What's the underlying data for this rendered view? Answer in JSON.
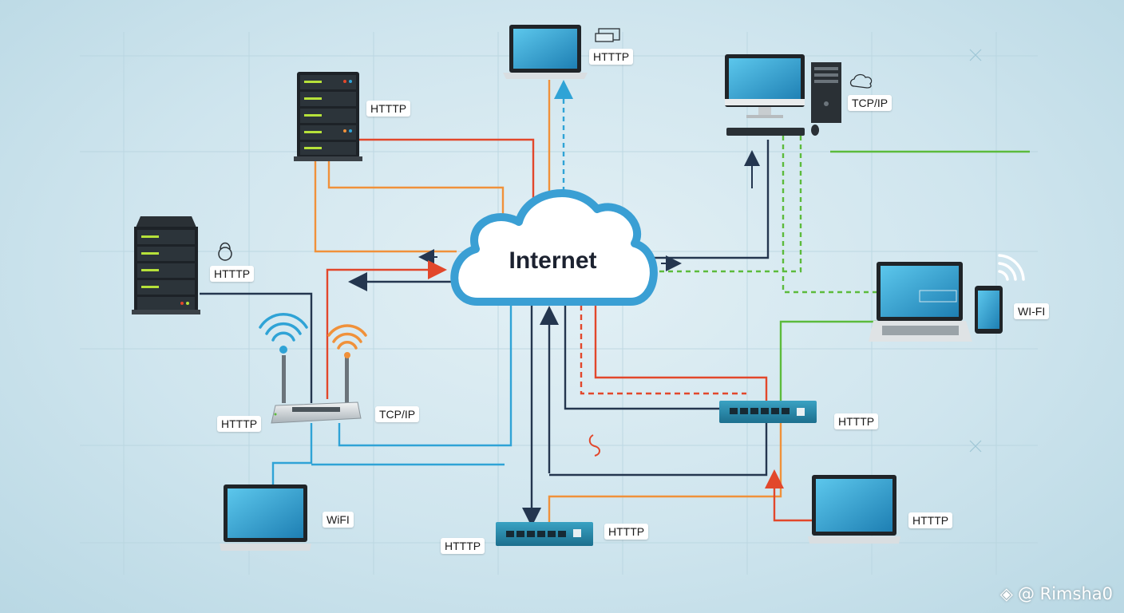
{
  "cloud": {
    "title": "Internet"
  },
  "labels": {
    "top_laptop": "HTTTP",
    "top_server": "HTTTP",
    "left_server": "HTTTP",
    "desktop": "TCP/IP",
    "router_left": "HTTTP",
    "router_right": "TCP/IP",
    "right_laptop": "WI-FI",
    "right_switch": "HTTTP",
    "bottom_left_laptop": "WiFI",
    "bottom_switch_right": "HTTTP",
    "bottom_switch_left": "HTTTP",
    "bottom_right_laptop": "HTTTP"
  },
  "watermark": {
    "text": "@ Rimsha0"
  },
  "colors": {
    "orange": "#f0913a",
    "red": "#e2472b",
    "blue": "#2fa3d6",
    "navy": "#24364f",
    "green": "#5cbb3c",
    "cloud_outline": "#3a9fd4"
  }
}
